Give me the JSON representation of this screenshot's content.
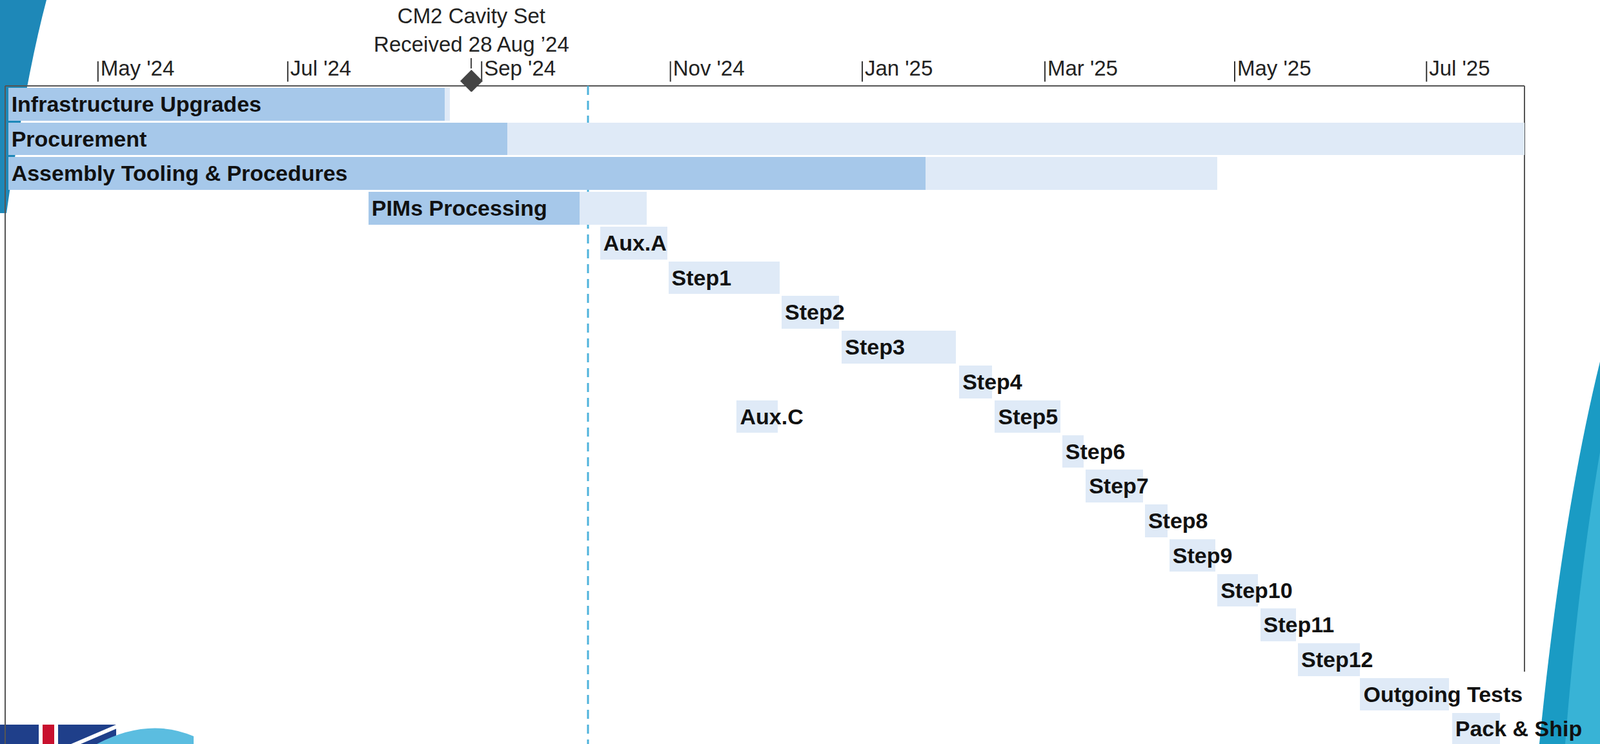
{
  "diagram": {
    "nodes": [
      {
        "text": [
          "CM2 Cavity Set Received 28 Aug ’24"
        ]
      },
      {
        "text": [
          "Infrastructure Upgrades"
        ]
      },
      {
        "text": [
          "Procurement"
        ]
      },
      {
        "text": [
          "Assembly Tooling & Procedures"
        ]
      },
      {
        "text": [
          "PIMs Processing"
        ]
      },
      {
        "text": [
          "Aux.A"
        ]
      },
      {
        "text": [
          "Step1"
        ]
      },
      {
        "text": [
          "Step2"
        ]
      },
      {
        "text": [
          "Step3"
        ]
      },
      {
        "text": [
          "Step4"
        ]
      },
      {
        "text": [
          "Aux.C"
        ]
      },
      {
        "text": [
          "Step5"
        ]
      },
      {
        "text": [
          "Step6"
        ]
      },
      {
        "text": [
          "Step7"
        ]
      },
      {
        "text": [
          "Step8"
        ]
      },
      {
        "text": [
          "Step9"
        ]
      },
      {
        "text": [
          "Step10"
        ]
      },
      {
        "text": [
          "Step11"
        ]
      },
      {
        "text": [
          "Step12"
        ]
      },
      {
        "text": [
          "Outgoing Tests"
        ]
      },
      {
        "text": [
          "Pack & Ship"
        ]
      }
    ],
    "labels": [
      "May '24",
      "Jul '24",
      "Sep '24",
      "Nov '24",
      "Jan '25",
      "Mar '25",
      "May '25",
      "Jul '25"
    ]
  }
}
